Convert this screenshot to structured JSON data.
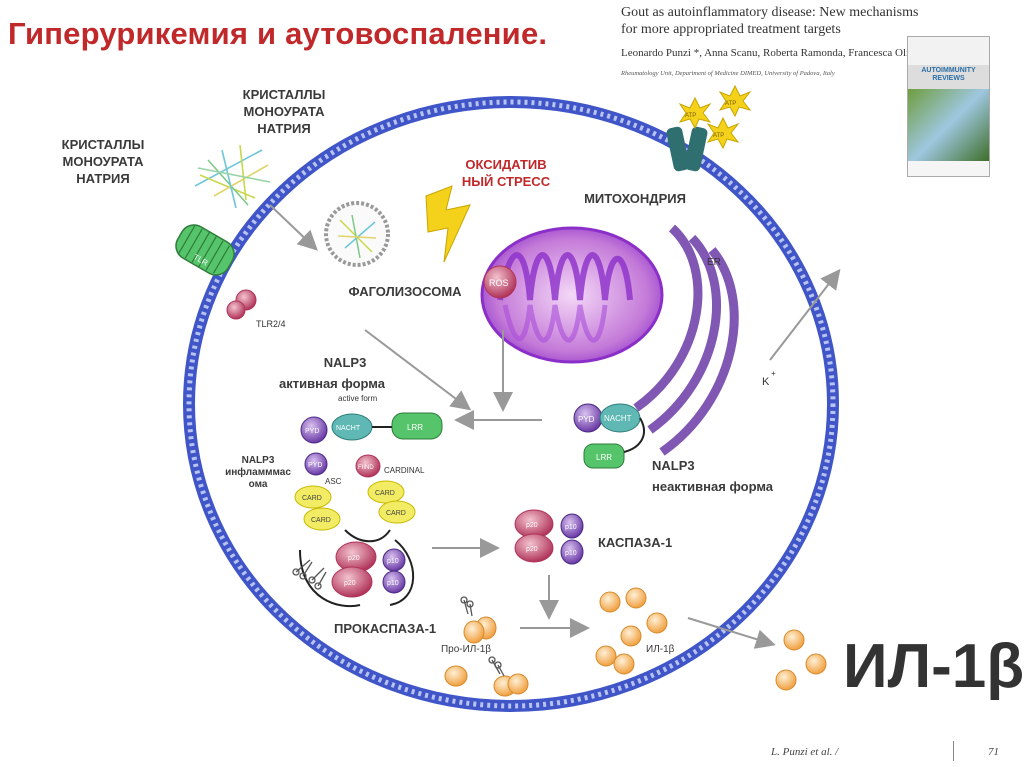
{
  "title": "Гиперурикемия и аутовоспаление.",
  "reference": {
    "title": "Gout as autoinflammatory disease: New mechanisms for more appropriated treatment targets",
    "authors": "Leonardo Punzi *, Anna Scanu, Roberta Ramonda, Francesca Oliviero",
    "affiliation": "Rheumatology Unit, Department of Medicine DIMED, University of Padova, Italy",
    "journal": "AUTOIMMUNITY REVIEWS"
  },
  "labels": {
    "msu_inside": "КРИСТАЛЛЫ МОНОУРАТА НАТРИЯ",
    "msu_outside": "КРИСТАЛЛЫ МОНОУРАТА НАТРИЯ",
    "oxidative_stress": "ОКСИДАТИВ НЫЙ СТРЕСС",
    "mitochondria": "МИТОХОНДРИЯ",
    "phagolysosome": "ФАГОЛИЗОСОМА",
    "nalp3_active_title": "NALP3",
    "nalp3_active_sub": "активная форма",
    "nalp3_inflammasome": "NALP3 инфламммас ома",
    "nalp3_inactive_title": "NALP3",
    "nalp3_inactive_sub": "неактивная форма",
    "caspase1": "КАСПАЗА-1",
    "procaspase1": "ПРОКАСПАЗА-1",
    "pro_il1b": "Про-ИЛ-1β",
    "il1b_small": "ИЛ-1β",
    "il1b_big": "ИЛ-1β"
  },
  "diagram_labels": {
    "tlr": "TLR",
    "tlr24": "TLR2/4",
    "ros": "ROS",
    "er": "ER",
    "k_plus": "K",
    "plus": "+",
    "atp": "ATP",
    "active_form": "active form",
    "pyd": "PYD",
    "nacht": "NACHT",
    "lrr": "LRR",
    "asc": "ASC",
    "fiind": "FIIND",
    "cardinal": "CARDINAL",
    "card": "CARD",
    "p20": "p20",
    "p10": "p10"
  },
  "footer": {
    "citation": "L. Punzi et al. /",
    "page": "71"
  },
  "colors": {
    "title": "#c0282a",
    "membrane": "#3f55c8",
    "mitochondria": "#8b2fc9",
    "red_label": "#c0282a"
  }
}
